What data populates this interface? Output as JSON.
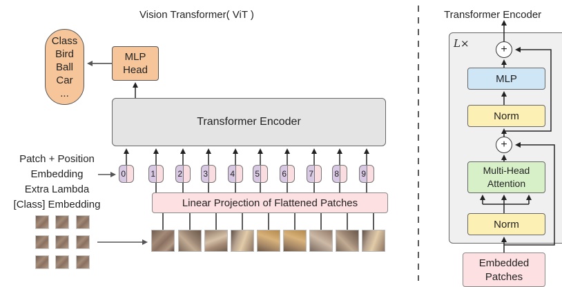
{
  "vit": {
    "title": "Vision Transformer( ViT )",
    "class_list": [
      "Class",
      "Bird",
      "Ball",
      "Car",
      "..."
    ],
    "mlp_head": [
      "MLP",
      "Head"
    ],
    "transformer_encoder": "Transformer Encoder",
    "left_labels": [
      "Patch + Position",
      "Embedding",
      "Extra Lambda",
      "[Class] Embedding"
    ],
    "token_numbers": [
      "0",
      "1",
      "2",
      "3",
      "4",
      "5",
      "6",
      "7",
      "8",
      "9"
    ],
    "linear_projection": "Linear Projection of Flattened Patches"
  },
  "encoder_detail": {
    "title": "Transformer Encoder",
    "repeat_label": "L×",
    "mlp": "MLP",
    "norm_top": "Norm",
    "plus": "+",
    "mha": [
      "Multi-Head",
      "Attention"
    ],
    "norm_bottom": "Norm",
    "embedded_patches": [
      "Embedded",
      "Patches"
    ]
  },
  "colors": {
    "class_pill": "#f6c69a",
    "encoder_gray": "#e4e4e4",
    "projection_pink": "#fde0e2",
    "mlp_blue": "#cfe6f7",
    "norm_yellow": "#fdf0b4",
    "mha_green": "#d7f0c8"
  }
}
